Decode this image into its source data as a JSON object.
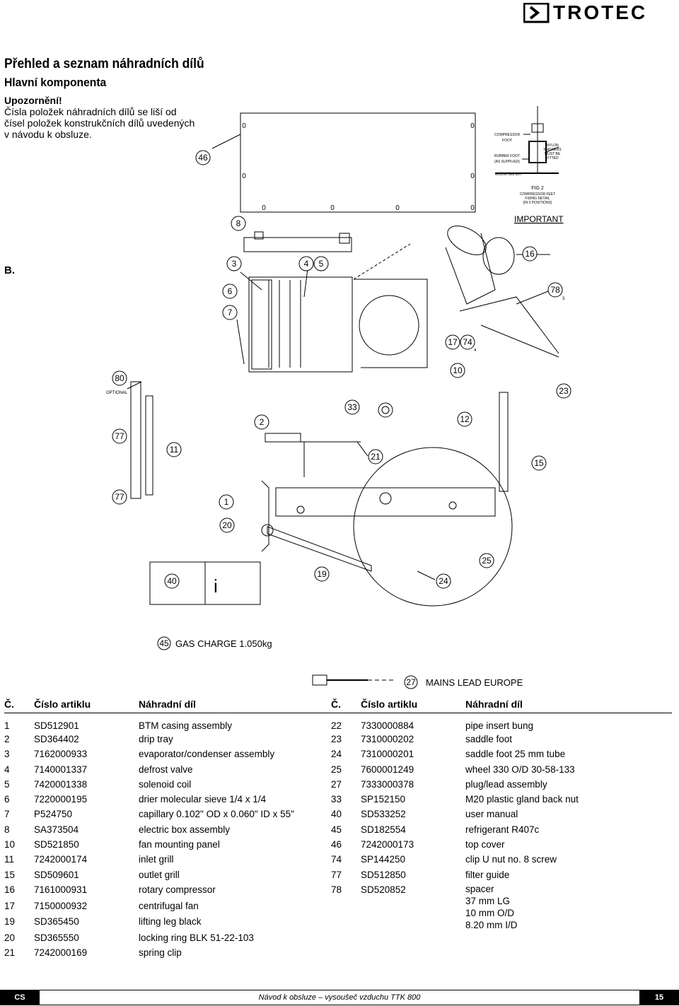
{
  "header": {
    "brand": "TROTEC"
  },
  "title": "Přehled a seznam náhradních dílů",
  "subtitle": "Hlavní komponenta",
  "note": {
    "label": "Upozornění!",
    "text": "Čísla položek náhradních dílů se liší od čísel položek konstrukčních dílů uvedených v návodu k obsluze."
  },
  "diagram": {
    "section_label": "B.",
    "important": "IMPORTANT",
    "gas_charge": "GAS CHARGE  1.050kg",
    "mains_lead": "MAINS LEAD EUROPE",
    "optional": "OPTIONAL",
    "fig_title": "FIG 2",
    "fig_caption": [
      "COMPRESSOR FEET",
      "FIXING DETAIL",
      "(IN 3 POSITIONS)"
    ],
    "compressor_foot": [
      "COMPRESSOR",
      "FOOT"
    ],
    "rubber_foot": [
      "RUBBER FOOT",
      "(AS SUPPLIED)"
    ],
    "nylon": [
      "NYLON",
      "WASHERS",
      "MUST BE",
      "FITTED"
    ],
    "mounting_bkt": "MOUNTING BKT",
    "callouts": [
      "46",
      "8",
      "3",
      "4",
      "5",
      "16",
      "6",
      "78",
      "7",
      "17",
      "74",
      "80",
      "10",
      "23",
      "33",
      "2",
      "12",
      "77",
      "11",
      "21",
      "15",
      "77",
      "1",
      "20",
      "40",
      "19",
      "25",
      "24",
      "45",
      "27"
    ],
    "info_glyph": "i",
    "zero": "0",
    "small_3": "3",
    "small_4": "4"
  },
  "table": {
    "headers": [
      "Č.",
      "Číslo artiklu",
      "Náhradní díl",
      "Č.",
      "Číslo artiklu",
      "Náhradní díl"
    ],
    "rows": [
      [
        "1",
        "SD512901",
        "BTM casing assembly",
        "22",
        "7330000884",
        "pipe insert bung"
      ],
      [
        "2",
        "SD364402",
        "drip tray",
        "23",
        "7310000202",
        "saddle foot"
      ],
      [
        "3",
        "7162000933",
        "evaporator/condenser assembly",
        "24",
        "7310000201",
        "saddle foot 25 mm tube"
      ],
      [
        "4",
        "7140001337",
        "defrost valve",
        "25",
        "7600001249",
        "wheel 330 O/D 30-58-133"
      ],
      [
        "5",
        "7420001338",
        "solenoid coil",
        "27",
        "7333000378",
        "plug/lead assembly"
      ],
      [
        "6",
        "7220000195",
        "drier molecular sieve 1/4 x 1/4",
        "33",
        "SP152150",
        "M20 plastic gland back nut"
      ],
      [
        "7",
        "P524750",
        "capillary 0.102\" OD x 0.060\" ID x 55\"",
        "40",
        "SD533252",
        "user manual"
      ],
      [
        "8",
        "SA373504",
        "electric box assembly",
        "45",
        "SD182554",
        "refrigerant R407c"
      ],
      [
        "10",
        "SD521850",
        "fan mounting panel",
        "46",
        "7242000173",
        "top cover"
      ],
      [
        "11",
        "7242000174",
        "inlet grill",
        "74",
        "SP144250",
        "clip U nut no. 8 screw"
      ],
      [
        "15",
        "SD509601",
        "outlet grill",
        "77",
        "SD512850",
        "filter guide"
      ],
      [
        "16",
        "7161000931",
        "rotary compressor",
        "78",
        "SD520852",
        "spacer"
      ],
      [
        "17",
        "7150000932",
        "centrifugal fan",
        "",
        "",
        ""
      ],
      [
        "19",
        "SD365450",
        "lifting leg black",
        "",
        "",
        ""
      ],
      [
        "20",
        "SD365550",
        "locking ring BLK 51-22-103",
        "",
        "",
        ""
      ],
      [
        "21",
        "7242000169",
        "spring clip",
        "",
        "",
        ""
      ]
    ],
    "spacer_lines": [
      "37 mm LG",
      "10 mm O/D",
      "8.20 mm I/D"
    ]
  },
  "footer": {
    "lang": "CS",
    "doc_title": "Návod k obsluze – vysoušeč vzduchu TTK 800",
    "page": "15"
  }
}
